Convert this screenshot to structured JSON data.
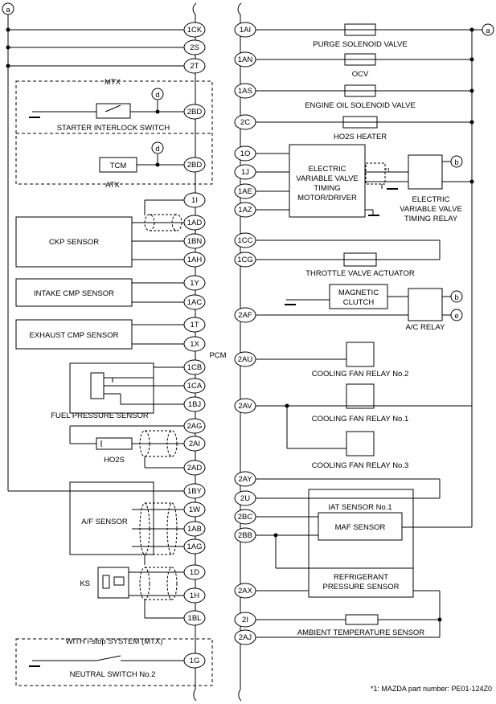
{
  "pcm_label": "PCM",
  "connectors": {
    "a": "a",
    "b": "b",
    "d": "d",
    "e": "e"
  },
  "pins_left": {
    "1CK": "1CK",
    "2S": "2S",
    "2T": "2T",
    "2BD_mtx": "2BD",
    "2BD_atx": "2BD",
    "1I": "1I",
    "1AD": "1AD",
    "1BN": "1BN",
    "1AH": "1AH",
    "1Y": "1Y",
    "1AC": "1AC",
    "1T": "1T",
    "1X": "1X",
    "1CB": "1CB",
    "1CA": "1CA",
    "1BJ": "1BJ",
    "2AG": "2AG",
    "2AI": "2AI",
    "2AD": "2AD",
    "1BY": "1BY",
    "1W": "1W",
    "1AB": "1AB",
    "1AG": "1AG",
    "1D": "1D",
    "1H": "1H",
    "1BL": "1BL",
    "1G": "1G"
  },
  "pins_right": {
    "1AI": "1AI",
    "1AN": "1AN",
    "1AS": "1AS",
    "2C": "2C",
    "1O": "1O",
    "1J": "1J",
    "1AE": "1AE",
    "1AZ": "1AZ",
    "1CC": "1CC",
    "1CG": "1CG",
    "2AF": "2AF",
    "2AU": "2AU",
    "2AV": "2AV",
    "2AY": "2AY",
    "2U": "2U",
    "2BC": "2BC",
    "2BB": "2BB",
    "2AX": "2AX",
    "2I": "2I",
    "2AJ": "2AJ"
  },
  "labels": {
    "mtx": "MTX",
    "atx": "ATX",
    "starter_interlock": "STARTER INTERLOCK SWITCH",
    "tcm": "TCM",
    "ckp": "CKP SENSOR",
    "intake_cmp": "INTAKE CMP SENSOR",
    "exhaust_cmp": "EXHAUST CMP SENSOR",
    "fuel_pressure": "FUEL PRESSURE SENSOR",
    "ho2s": "HO2S",
    "af_sensor": "A/F SENSOR",
    "ks": "KS",
    "istop": "WITH i-stop SYSTEM (MTX)",
    "neutral_switch": "NEUTRAL SWITCH No.2",
    "purge": "PURGE SOLENOID VALVE",
    "ocv": "OCV",
    "engine_oil": "ENGINE OIL SOLENOID VALVE",
    "ho2s_heater": "HO2S HEATER",
    "evvt_l1": "ELECTRIC",
    "evvt_l2": "VARIABLE VALVE",
    "evvt_l3": "TIMING",
    "evvt_l4": "MOTOR/DRIVER",
    "evvt_relay_l1": "ELECTRIC",
    "evvt_relay_l2": "VARIABLE VALVE",
    "evvt_relay_l3": "TIMING RELAY",
    "star1": "*1",
    "throttle": "THROTTLE VALVE ACTUATOR",
    "magnetic_l1": "MAGNETIC",
    "magnetic_l2": "CLUTCH",
    "ac_relay": "A/C RELAY",
    "cf2": "COOLING FAN RELAY No.2",
    "cf1": "COOLING FAN RELAY No.1",
    "cf3": "COOLING FAN RELAY No.3",
    "iat": "IAT SENSOR No.1",
    "maf": "MAF SENSOR",
    "refrig_l1": "REFRIGERANT",
    "refrig_l2": "PRESSURE SENSOR",
    "ambient": "AMBIENT TEMPERATURE SENSOR",
    "footnote": "*1: MAZDA part number: PE01-124Z0"
  }
}
